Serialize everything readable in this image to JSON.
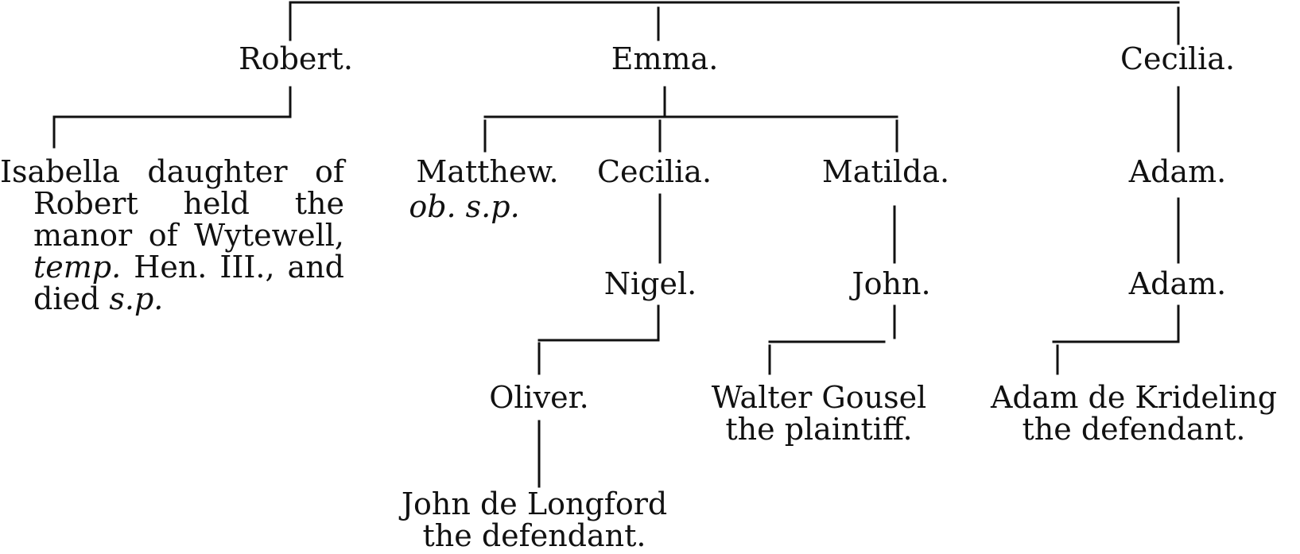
{
  "persons": {
    "robert": "Robert.",
    "emma": "Emma.",
    "cecilia_top": "Cecilia.",
    "isabella": {
      "line1": "Isabella daughter of",
      "line2": "Robert held the",
      "line3": "manor of Wytewell,",
      "line4_italic": "temp.",
      "line4_rest": " Hen. III., and",
      "line5_start": "died ",
      "line5_italic": "s.p."
    },
    "matthew": "Matthew.",
    "matthew_note": "ob. s.p.",
    "cecilia_mid": "Cecilia.",
    "matilda": "Matilda.",
    "adam1": "Adam.",
    "nigel": "Nigel.",
    "john": "John.",
    "adam2": "Adam.",
    "oliver": "Oliver.",
    "walter_line1": "Walter Gousel",
    "walter_line2": "the plaintiff.",
    "adam_k_line1": "Adam de Krideling",
    "adam_k_line2": "the defendant.",
    "john_l_line1": "John de Longford",
    "john_l_line2": "the defendant."
  }
}
